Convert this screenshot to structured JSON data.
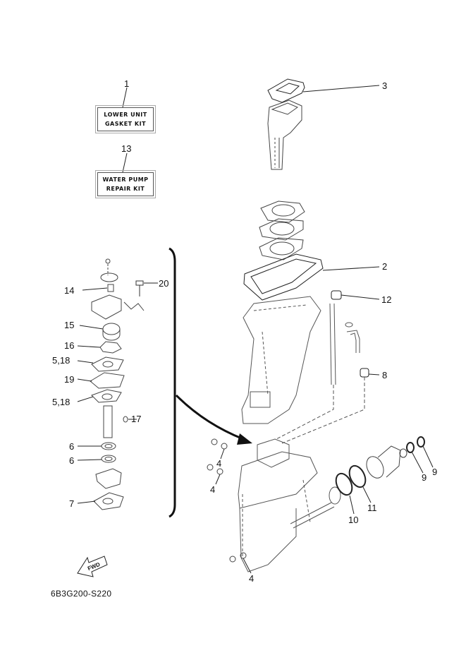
{
  "diagram": {
    "title_code": "6B3G200-S220",
    "direction_label": "FWD",
    "kits": [
      {
        "ref": "1",
        "line1": "LOWER UNIT",
        "line2": "GASKET KIT"
      },
      {
        "ref": "13",
        "line1": "WATER PUMP",
        "line2": "REPAIR KIT"
      }
    ],
    "callouts": {
      "c2": "2",
      "c3": "3",
      "c4a": "4",
      "c4b": "4",
      "c4c": "4",
      "c5a": "5,18",
      "c5b": "5,18",
      "c6a": "6",
      "c6b": "6",
      "c7": "7",
      "c8": "8",
      "c9a": "9",
      "c9b": "9",
      "c10": "10",
      "c11": "11",
      "c12": "12",
      "c14": "14",
      "c15": "15",
      "c16": "16",
      "c17": "17",
      "c19": "19",
      "c20": "20"
    }
  }
}
